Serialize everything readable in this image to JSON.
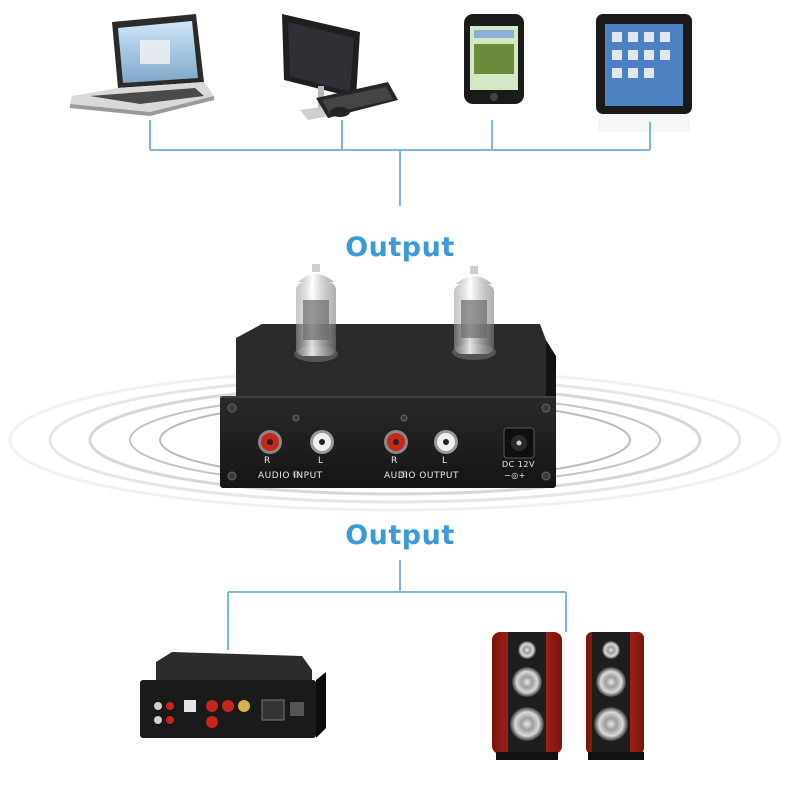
{
  "colors": {
    "accent": "#3a9bd5",
    "connector": "#7fb6de",
    "amp_body": "#1c1c1c",
    "speaker_wood": "#b32417"
  },
  "labels": {
    "output_top": "Output",
    "output_bottom": "Output"
  },
  "panel": {
    "input_r": "R",
    "input_l": "L",
    "input_title": "AUDIO INPUT",
    "output_r": "R",
    "output_l": "L",
    "output_title": "AUDIO OUTPUT",
    "dc": "DC 12V",
    "polarity": "−◎+"
  }
}
